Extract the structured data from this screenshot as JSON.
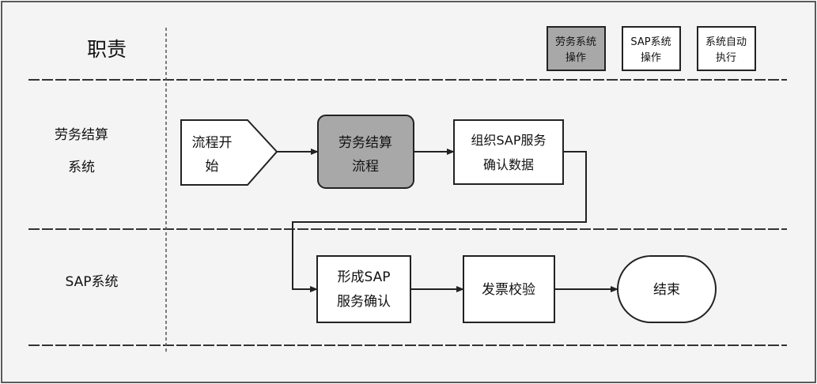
{
  "header": {
    "title": "职责"
  },
  "legend": [
    {
      "line1": "劳务系统",
      "line2": "操作",
      "style": "gray"
    },
    {
      "line1": "SAP系统",
      "line2": "操作",
      "style": "white"
    },
    {
      "line1": "系统自动",
      "line2": "执行",
      "style": "white"
    }
  ],
  "lanes": [
    {
      "line1": "劳务结算",
      "line2": "系统"
    },
    {
      "line1": "SAP系统",
      "line2": ""
    }
  ],
  "nodes": {
    "start": {
      "line1": "流程开",
      "line2": "始"
    },
    "labor_settlement": {
      "line1": "劳务结算",
      "line2": "流程"
    },
    "organize_sap": {
      "line1": "组织SAP服务",
      "line2": "确认数据"
    },
    "form_sap": {
      "line1": "形成SAP",
      "line2": "服务确认"
    },
    "invoice_check": {
      "line1": "发票校验",
      "line2": ""
    },
    "end": {
      "line1": "结束",
      "line2": ""
    }
  },
  "colors": {
    "gray_fill": "#a8a8a8",
    "white_fill": "#ffffff",
    "line": "#222222",
    "divider": "#333333"
  }
}
